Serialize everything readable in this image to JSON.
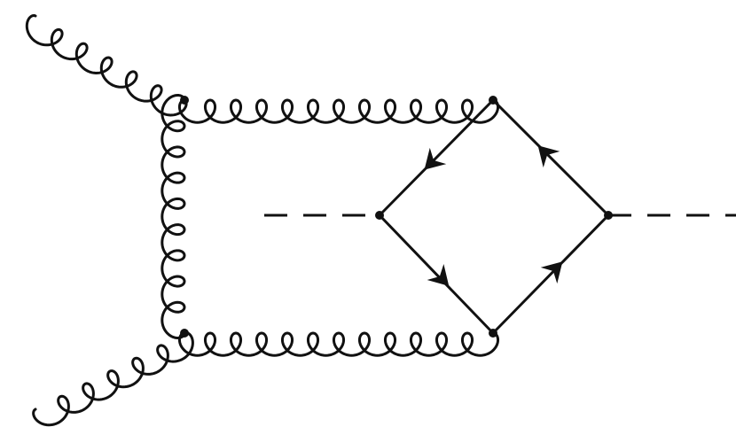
{
  "diagram": {
    "kind": "feynman-diagram",
    "vertices": [
      "v-gluon-top",
      "v-gluon-bottom",
      "v-triangle-top",
      "v-triangle-bottom",
      "v-scalar-left",
      "v-scalar-right"
    ],
    "propagators": [
      {
        "name": "external-gluon-top",
        "type": "gluon",
        "from": "outside",
        "to": "v-gluon-top"
      },
      {
        "name": "external-gluon-bottom",
        "type": "gluon",
        "from": "outside",
        "to": "v-gluon-bottom"
      },
      {
        "name": "internal-gluon-left",
        "type": "gluon",
        "from": "v-gluon-top",
        "to": "v-gluon-bottom"
      },
      {
        "name": "internal-gluon-top",
        "type": "gluon",
        "from": "v-gluon-top",
        "to": "v-triangle-top"
      },
      {
        "name": "internal-gluon-bottom",
        "type": "gluon",
        "from": "v-gluon-bottom",
        "to": "v-triangle-bottom"
      },
      {
        "name": "fermion-top-left",
        "type": "fermion",
        "from": "v-triangle-top",
        "to": "v-scalar-left"
      },
      {
        "name": "fermion-bottom-left",
        "type": "fermion",
        "from": "v-scalar-left",
        "to": "v-triangle-bottom"
      },
      {
        "name": "fermion-bottom-right",
        "type": "fermion",
        "from": "v-triangle-bottom",
        "to": "v-scalar-right"
      },
      {
        "name": "fermion-top-right",
        "type": "fermion",
        "from": "v-scalar-right",
        "to": "v-triangle-top"
      },
      {
        "name": "scalar-left",
        "type": "scalar",
        "from": "outside",
        "to": "v-scalar-left"
      },
      {
        "name": "scalar-right",
        "type": "scalar",
        "from": "v-scalar-right",
        "to": "outside"
      }
    ]
  }
}
